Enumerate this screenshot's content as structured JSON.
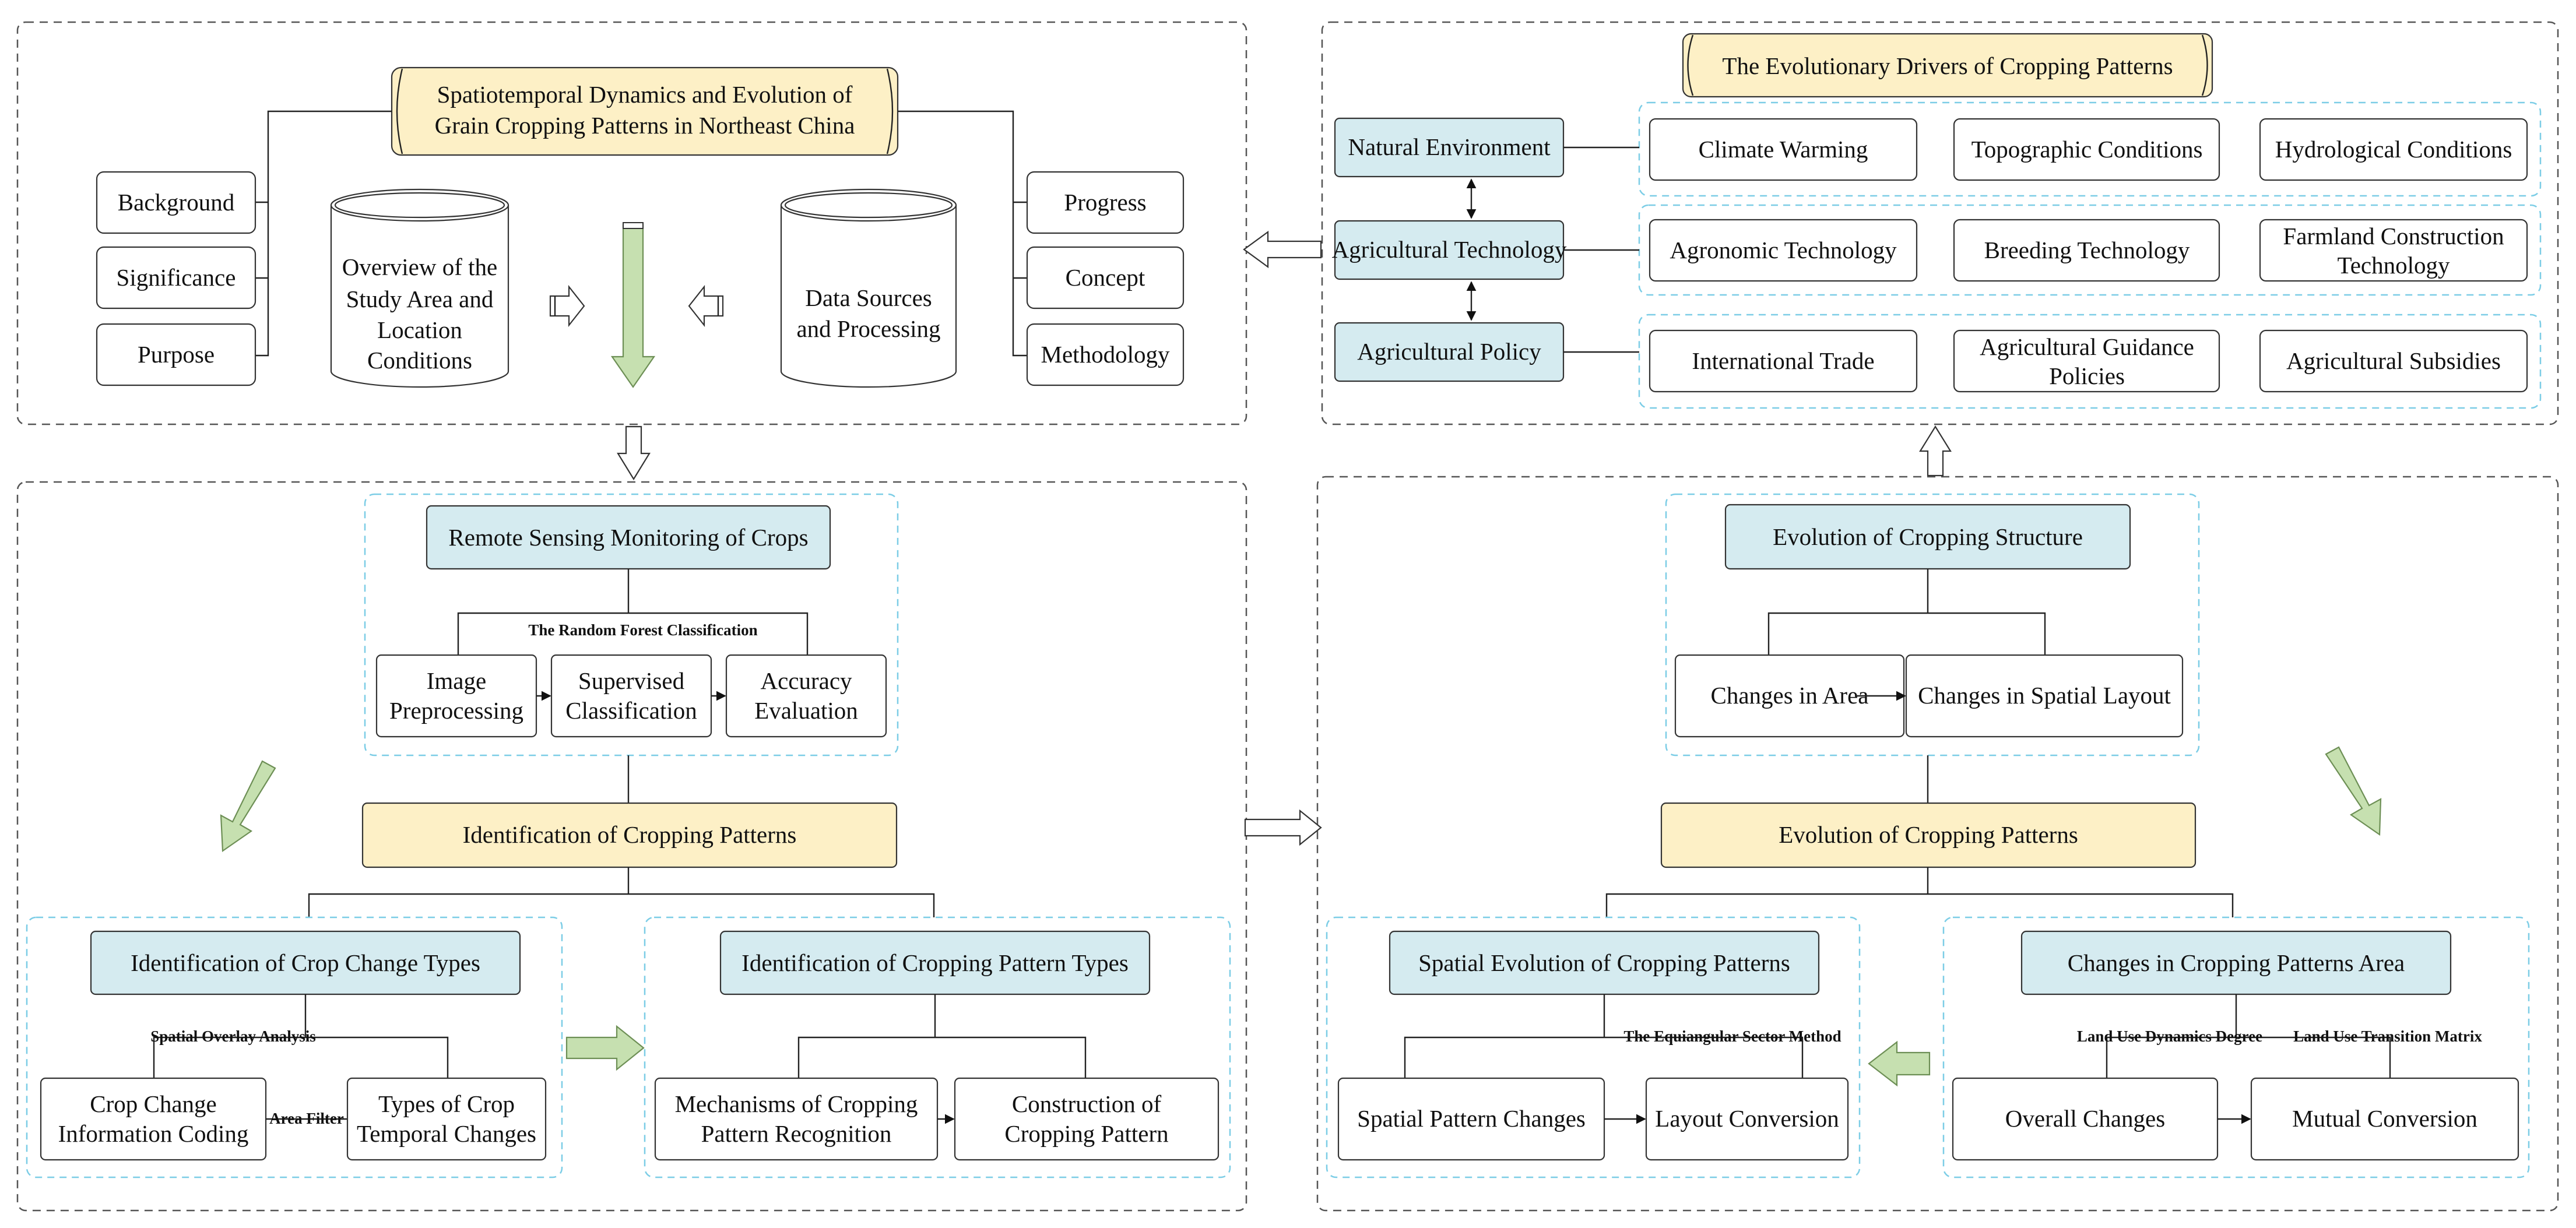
{
  "colors": {
    "blue_box": "#d5ebf0",
    "yellow_box": "#fdf0c6",
    "green_arrow": "#c6e0b0",
    "inner_dashed_border": "#7ccde6",
    "outer_dashed_border": "#555555"
  },
  "top_left": {
    "title_line1": "Spatiotemporal Dynamics and Evolution of",
    "title_line2": "Grain Cropping Patterns in Northeast China",
    "left_items": [
      "Background",
      "Significance",
      "Purpose"
    ],
    "right_items": [
      "Progress",
      "Concept",
      "Methodology"
    ],
    "cyl_left": [
      "Overview of the",
      "Study Area and",
      "Location",
      "Conditions"
    ],
    "cyl_right": [
      "Data Sources",
      "and Processing"
    ]
  },
  "top_right": {
    "title": "The Evolutionary Drivers of Cropping Patterns",
    "drivers": [
      "Natural Environment",
      "Agricultural Technology",
      "Agricultural Policy"
    ],
    "row1": [
      "Climate Warming",
      "Topographic Conditions",
      "Hydrological Conditions"
    ],
    "row2": [
      "Agronomic Technology",
      "Breeding Technology",
      "Farmland Construction",
      "Technology"
    ],
    "row3": [
      "International Trade",
      "Agricultural Guidance",
      "Policies",
      "Agricultural Subsidies"
    ]
  },
  "bottom_left": {
    "rs_title": "Remote Sensing Monitoring of Crops",
    "rf_label": "The Random Forest Classification",
    "image_pre": [
      "Image",
      "Preprocessing"
    ],
    "supervised": [
      "Supervised",
      "Classification"
    ],
    "accuracy": [
      "Accuracy",
      "Evaluation"
    ],
    "identification": "Identification of  Cropping Patterns",
    "crop_change_title": "Identification of Crop Change Types",
    "spatial_overlay": "Spatial Overlay Analysis",
    "crop_change_info": [
      "Crop Change",
      "Information Coding"
    ],
    "area_filter": "Area Filter",
    "types_temporal": [
      "Types of Crop",
      "Temporal Changes"
    ],
    "pattern_types_title": "Identification of Cropping Pattern Types",
    "mechanisms": [
      "Mechanisms of Cropping",
      "Pattern Recognition"
    ],
    "construction": [
      "Construction of",
      "Cropping Pattern"
    ]
  },
  "bottom_right": {
    "structure_title": "Evolution of Cropping Structure",
    "changes_area": "Changes in Area",
    "changes_spatial": "Changes in Spatial Layout",
    "evolution": "Evolution of  Cropping Patterns",
    "spatial_evo_title": "Spatial Evolution  of  Cropping Patterns",
    "equiangular": "The Equiangular Sector Method",
    "spatial_pattern_changes": "Spatial Pattern Changes",
    "layout_conversion": "Layout Conversion",
    "area_changes_title": "Changes in Cropping Patterns Area",
    "dynamics_degree": "Land Use Dynamics Degree",
    "transition_matrix": "Land Use Transition Matrix",
    "overall_changes": "Overall Changes",
    "mutual_conversion": "Mutual Conversion"
  }
}
